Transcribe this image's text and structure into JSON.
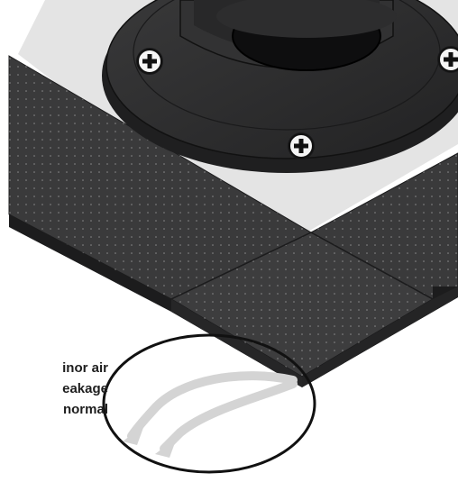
{
  "caption": {
    "lines": [
      "inor air",
      "eakage",
      "normal"
    ]
  },
  "palette": {
    "mat": "#3a3a3b",
    "mat_edge": "#1c1c1d",
    "floor": "#e4e4e4",
    "flange": "#2b2b2c",
    "air_arrows": "#d4d4d4",
    "circle": "#111111"
  },
  "icons": [
    "screw-icon",
    "air-arrow-icon"
  ]
}
